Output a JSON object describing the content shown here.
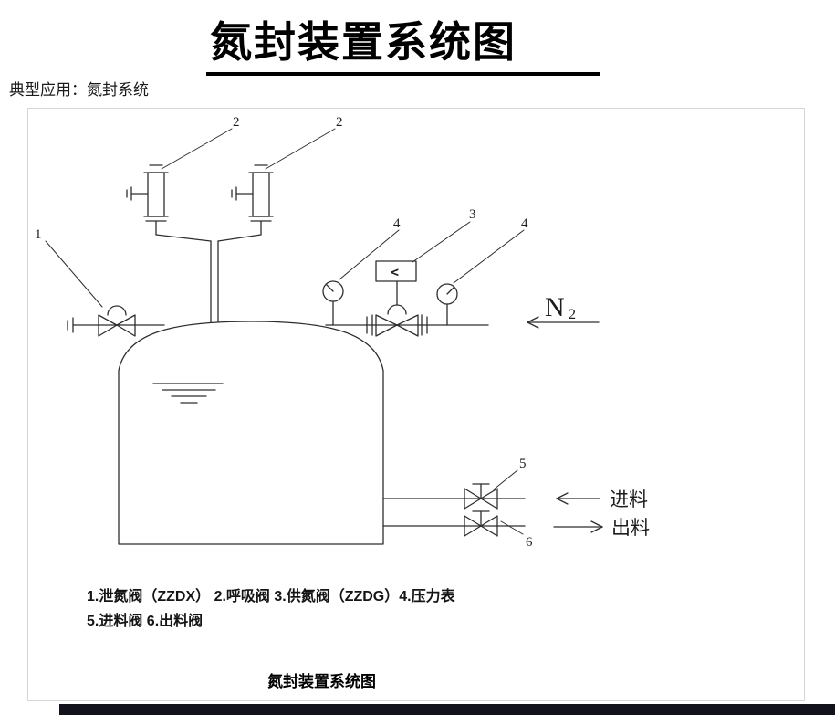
{
  "page": {
    "title": "氮封装置系统图",
    "subtitle": "典型应用：氮封系统",
    "caption": "氮封装置系统图"
  },
  "labels": {
    "n1": "1",
    "n2a": "2",
    "n2b": "2",
    "n4a": "4",
    "n3": "3",
    "n4b": "4",
    "n5": "5",
    "n6": "6",
    "regulator_symbol": "<",
    "gas": "N",
    "gas_sub": "2",
    "feed": "进料",
    "discharge": "出料"
  },
  "legend": {
    "line1": "1.泄氮阀（ZZDX）  2.呼吸阀 3.供氮阀（ZZDG）4.压力表",
    "line2": "5.进料阀 6.出料阀"
  },
  "colors": {
    "line": "#2e2e2e",
    "bottom_bar": "#12121c",
    "title_underline": "#000000"
  }
}
